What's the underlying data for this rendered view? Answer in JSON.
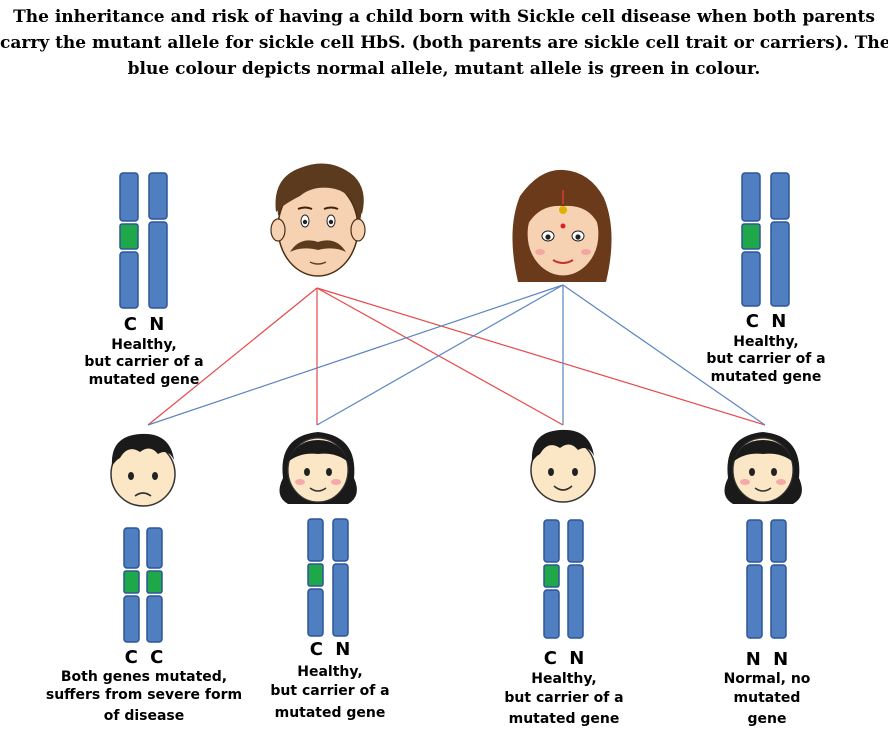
{
  "title": {
    "line1": "The inheritance and risk of having a child born with Sickle cell disease when both parents",
    "line2": "carry the mutant allele for sickle cell HbS. (both parents are sickle cell trait or carriers). The",
    "line3": "blue colour depicts normal allele, mutant allele is green in colour."
  },
  "colors": {
    "normal_allele": "#4f7fc0",
    "mutant_allele": "#1fa84a",
    "chromosome_border": "#2f5597",
    "father_line": "#e8484a",
    "mother_line": "#5b85c2"
  },
  "parents": {
    "father": {
      "icon": "father-face-icon",
      "alleles": "C N",
      "desc": [
        "Healthy,",
        "but carrier of a",
        "mutated gene"
      ]
    },
    "mother": {
      "icon": "mother-face-icon",
      "alleles": "C N",
      "desc": [
        "Healthy,",
        "but carrier of a",
        "mutated gene"
      ]
    }
  },
  "children": [
    {
      "icon": "sad-boy-face-icon",
      "alleles": "C C",
      "mutant_count": 2,
      "desc": [
        "Both genes mutated,",
        "suffers from severe form",
        "of disease"
      ]
    },
    {
      "icon": "girl-face-icon",
      "alleles": "C N",
      "mutant_count": 1,
      "desc": [
        "Healthy,",
        "but carrier of a",
        "mutated gene"
      ]
    },
    {
      "icon": "boy-face-icon",
      "alleles": "C N",
      "mutant_count": 1,
      "desc": [
        "Healthy,",
        "but carrier of a",
        "mutated gene"
      ]
    },
    {
      "icon": "girl-face-icon",
      "alleles": "N N",
      "mutant_count": 0,
      "desc": [
        "Normal, no",
        "mutated",
        "gene"
      ]
    }
  ]
}
